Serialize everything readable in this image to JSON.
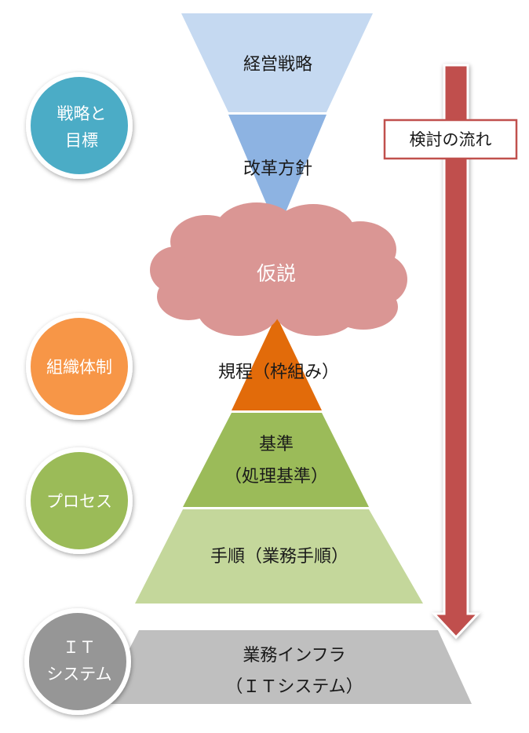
{
  "shapes": {
    "strategy": {
      "label": "経営戦略",
      "color": "#c5d9f1"
    },
    "reform": {
      "label": "改革方針",
      "color": "#8db3e2"
    },
    "hypothesis": {
      "label": "仮説",
      "color": "#da9694"
    },
    "rules": {
      "label": "規程（枠組み）",
      "color": "#e26b0a"
    },
    "standards": {
      "line1": "基準",
      "line2": "（処理基準）",
      "color": "#9bbb59"
    },
    "procedures": {
      "label": "手順（業務手順）",
      "color": "#c4d79b"
    },
    "infra": {
      "line1": "業務インフラ",
      "line2": "（ＩＴシステム）",
      "color": "#bfbfbf"
    }
  },
  "categories": {
    "strategy_goals": {
      "line1": "戦略と",
      "line2": "目標",
      "color": "#4bacc6"
    },
    "organization": {
      "label": "組織体制",
      "color": "#f79646"
    },
    "process": {
      "label": "プロセス",
      "color": "#9bbb59"
    },
    "it_system": {
      "line1": "ＩＴ",
      "line2": "システム",
      "color": "#969696"
    }
  },
  "flow": {
    "label": "検討の流れ",
    "arrow_color": "#c0504d"
  }
}
